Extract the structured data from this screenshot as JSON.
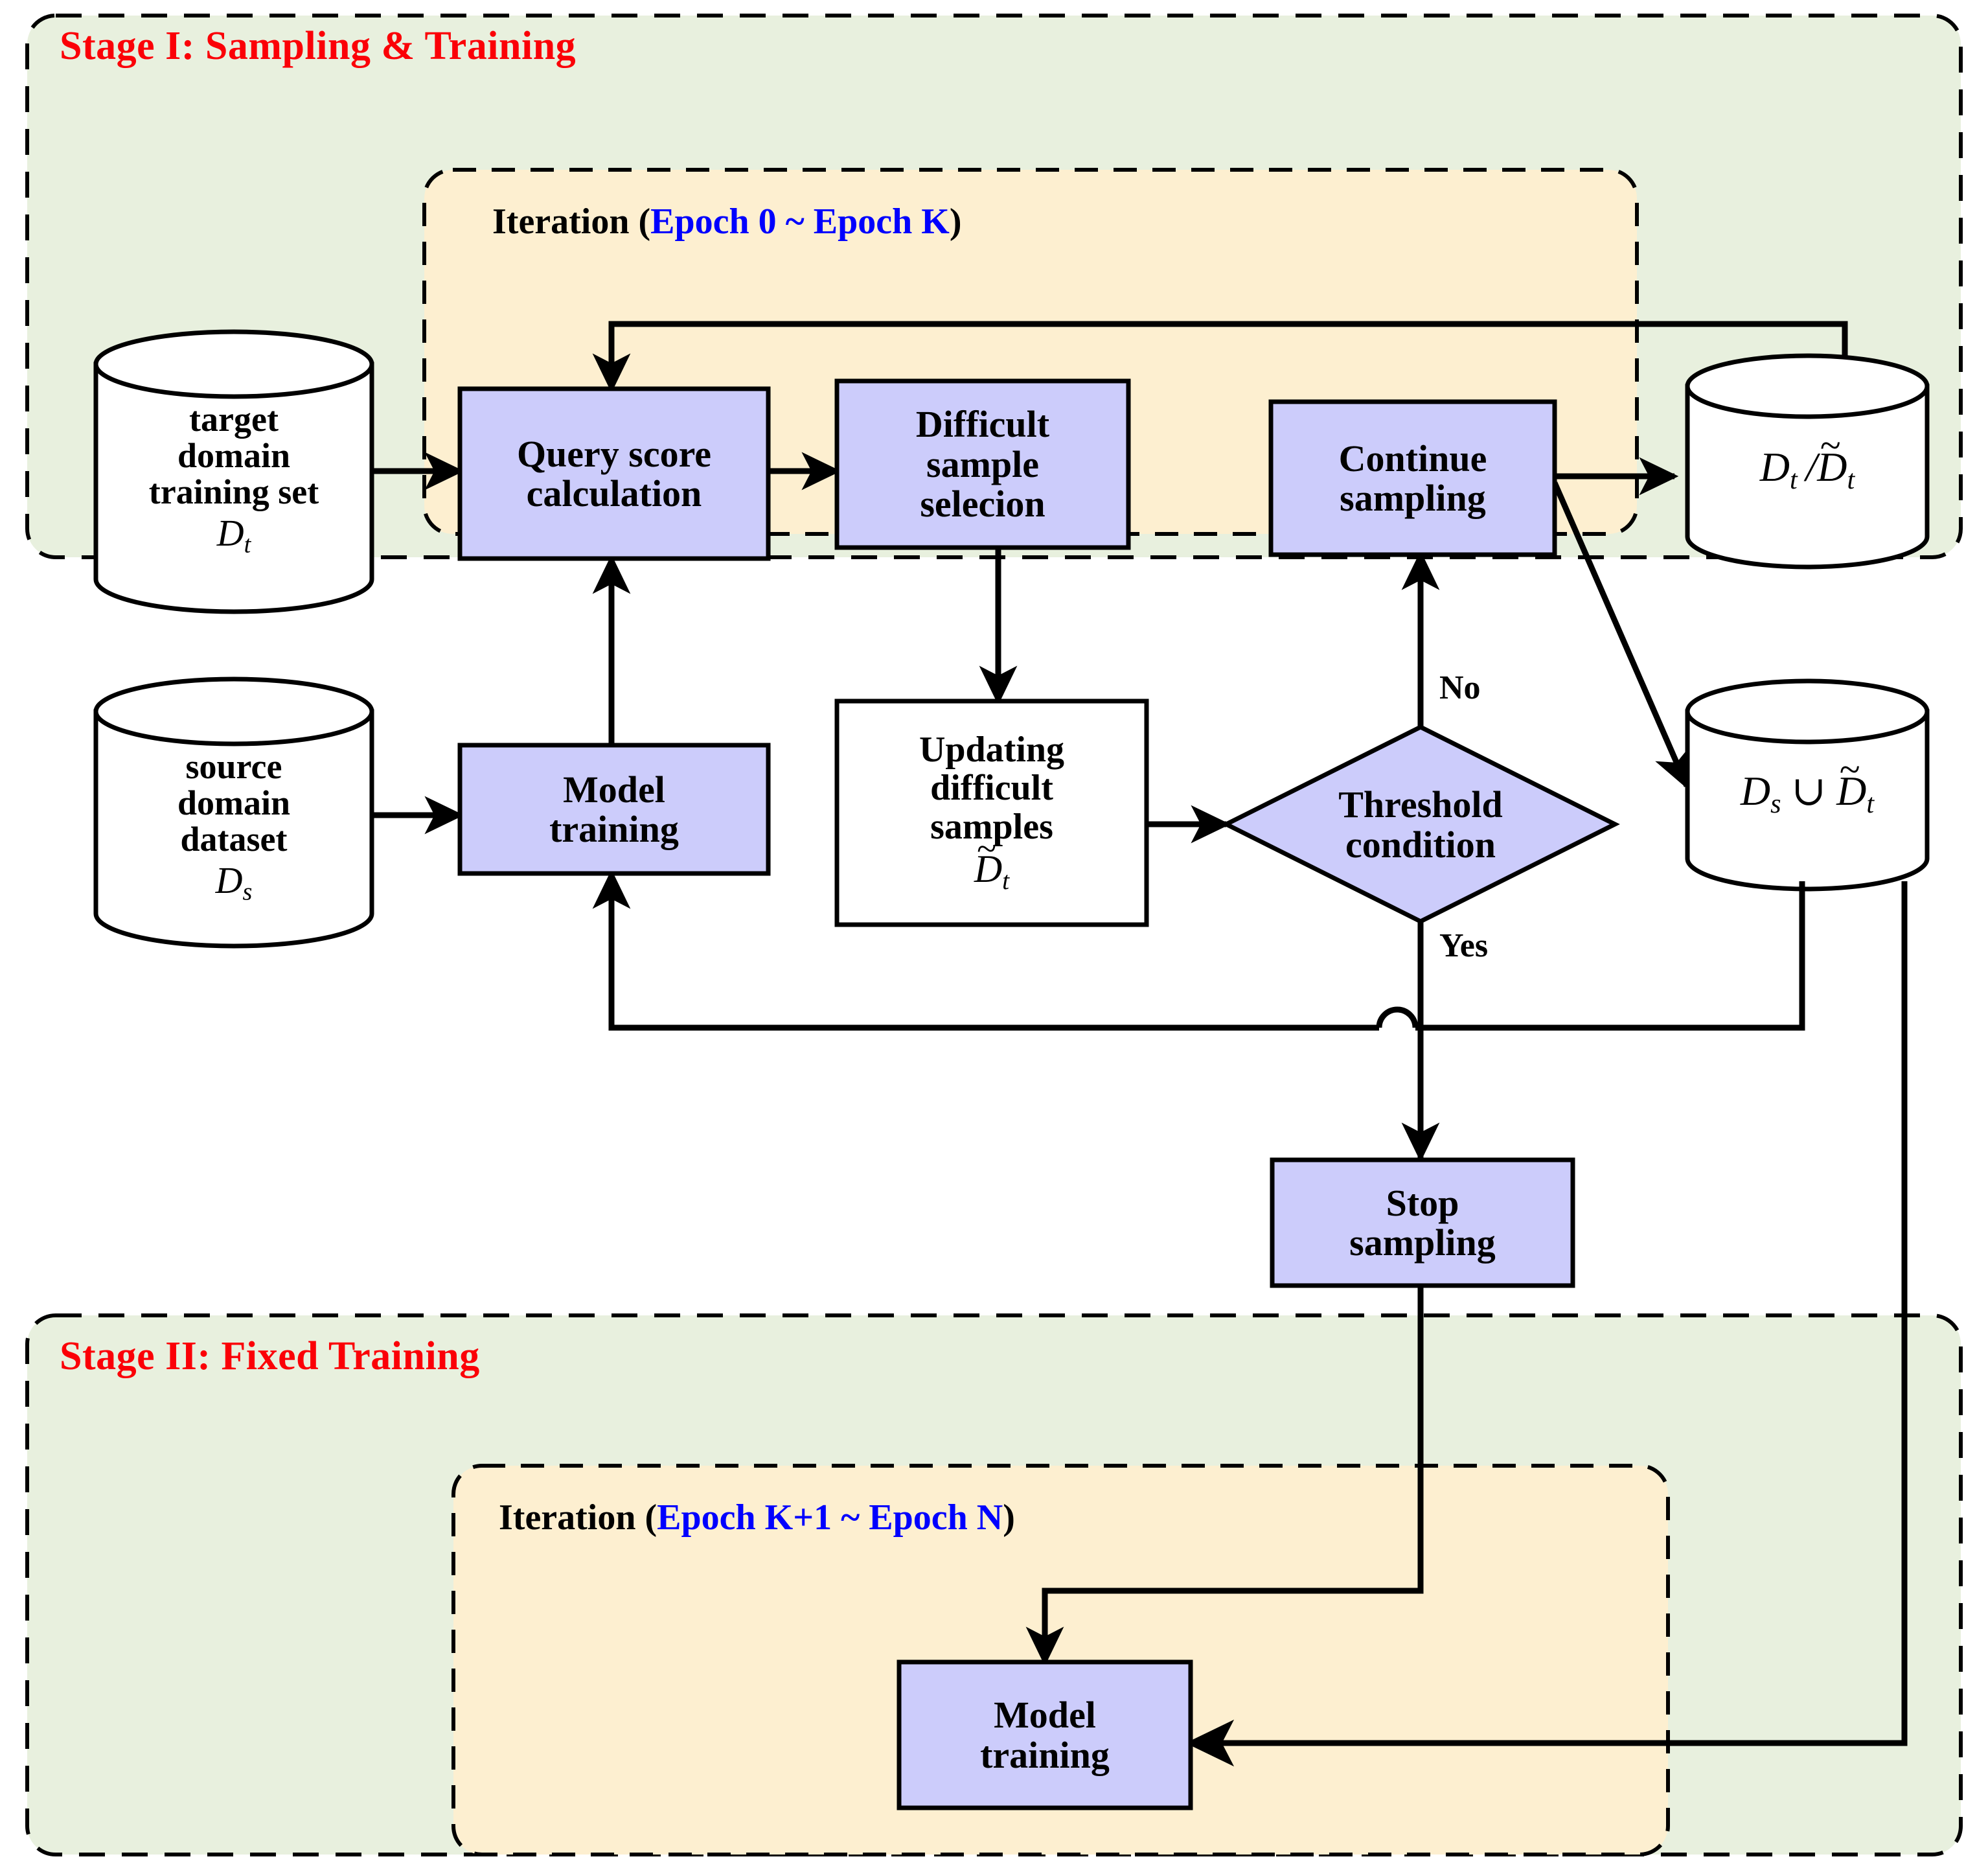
{
  "figure": {
    "type": "flowchart",
    "stages": [
      {
        "id": "stage1",
        "title": "Stage I: Sampling & Training",
        "title_color": "#FB0007",
        "panel_color": "#E8F0DE",
        "iteration": {
          "prefix": "Iteration (",
          "range": "Epoch 0 ~ Epoch K",
          "suffix": ")",
          "range_color": "#0000FE",
          "panel_color": "#FDEFD0"
        }
      },
      {
        "id": "stage2",
        "title": "Stage II: Fixed Training",
        "title_color": "#FB0007",
        "panel_color": "#E8F0DE",
        "iteration": {
          "prefix": "Iteration (",
          "range": "Epoch K+1 ~ Epoch N",
          "suffix": ")",
          "range_color": "#0000FE",
          "panel_color": "#FDEFD0"
        }
      }
    ],
    "datastores": [
      {
        "id": "target-domain-training-set",
        "lines": [
          "target",
          "domain",
          "training set"
        ],
        "symbol_base": "D",
        "symbol_sub": "t",
        "symbol_tilde": false,
        "fill": "#FFFFFF"
      },
      {
        "id": "source-domain-dataset",
        "lines": [
          "source",
          "domain",
          "dataset"
        ],
        "symbol_base": "D",
        "symbol_sub": "s",
        "symbol_tilde": false,
        "fill": "#FFFFFF"
      },
      {
        "id": "dt-over-dttilde",
        "lines": [],
        "symbol_text": "Dt / D̃t",
        "fill": "#FFFFFF"
      },
      {
        "id": "ds-union-dttilde",
        "lines": [],
        "symbol_text": "Ds ∪ D̃t",
        "fill": "#FFFFFF"
      }
    ],
    "process_nodes": [
      {
        "id": "query-score-calculation",
        "lines": [
          "Query score",
          "calculation"
        ],
        "shape": "rect",
        "fill": "#CCCCFB"
      },
      {
        "id": "difficult-sample-selection",
        "lines": [
          "Difficult",
          "sample",
          "selecion"
        ],
        "shape": "rect",
        "fill": "#CCCCFB"
      },
      {
        "id": "continue-sampling",
        "lines": [
          "Continue",
          "sampling"
        ],
        "shape": "rect",
        "fill": "#CCCCFB"
      },
      {
        "id": "model-training-stage1",
        "lines": [
          "Model",
          "training"
        ],
        "shape": "rect",
        "fill": "#CCCCFB"
      },
      {
        "id": "updating-difficult-samples",
        "lines": [
          "Updating",
          "difficult",
          "samples"
        ],
        "symbol_base": "D",
        "symbol_sub": "t",
        "symbol_tilde": true,
        "shape": "rect",
        "fill": "#FFFFFF"
      },
      {
        "id": "threshold-condition",
        "lines": [
          "Threshold",
          "condition"
        ],
        "shape": "diamond",
        "fill": "#CCCCFB"
      },
      {
        "id": "stop-sampling",
        "lines": [
          "Stop",
          "sampling"
        ],
        "shape": "rect",
        "fill": "#CCCCFB"
      },
      {
        "id": "model-training-stage2",
        "lines": [
          "Model",
          "training"
        ],
        "shape": "rect",
        "fill": "#CCCCFB"
      }
    ],
    "edge_labels": [
      {
        "id": "branch-no",
        "text": "No"
      },
      {
        "id": "branch-yes",
        "text": "Yes"
      }
    ],
    "colors": {
      "stage_panel": "#E8F0DE",
      "iteration_panel": "#FDEFD0",
      "process_fill": "#CCCCFB",
      "datastore_fill": "#FFFFFF",
      "stroke": "#000000",
      "stage_title": "#FB0007",
      "epoch_text": "#0000FE"
    }
  }
}
